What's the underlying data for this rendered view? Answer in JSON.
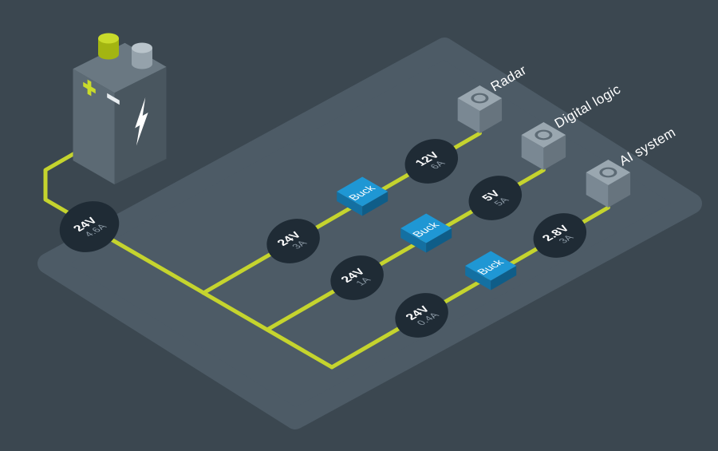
{
  "source": {
    "voltage": "24V",
    "current": "4.6A"
  },
  "branches": [
    {
      "input_voltage": "24V",
      "input_current": "3A",
      "converter": "Buck",
      "output_voltage": "12V",
      "output_current": "6A",
      "load": "Radar"
    },
    {
      "input_voltage": "24V",
      "input_current": "1A",
      "converter": "Buck",
      "output_voltage": "5V",
      "output_current": "5A",
      "load": "Digital logic"
    },
    {
      "input_voltage": "24V",
      "input_current": "0.4A",
      "converter": "Buck",
      "output_voltage": "2.8V",
      "output_current": "3A",
      "load": "AI system"
    }
  ],
  "icons": {
    "battery": "isometric-9v-battery",
    "bolt": "lightning-bolt",
    "plus": "+",
    "minus": "−",
    "load_chip": "ring"
  },
  "colors": {
    "background": "#3B4750",
    "platform": "#4D5B66",
    "wire": "#C5D42E",
    "node_fill": "#1F2B35",
    "node_voltage_text": "#FFFFFF",
    "node_current_text": "#8C9AA6",
    "buck_top": "#1F97D4",
    "buck_shade": "#0F5D88",
    "cube_top": "#9AA7B0",
    "cube_shade": "#67747E",
    "label_text": "#FFFFFF",
    "battery_lime": "#C9DB2B"
  }
}
